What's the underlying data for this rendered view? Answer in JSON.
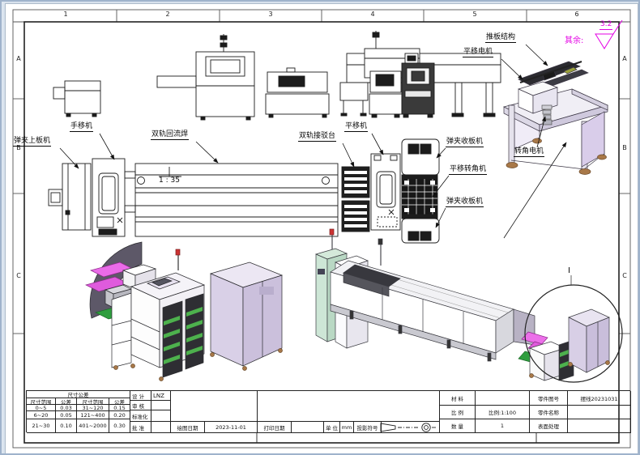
{
  "sheet": {
    "zone_numbers": [
      "1",
      "2",
      "3",
      "4",
      "5",
      "6"
    ],
    "zone_letters_left": [
      "A",
      "B",
      "C"
    ],
    "zone_letters_right": [
      "A",
      "B",
      "C"
    ],
    "surface_note_label": "其余:",
    "surface_note_value": "3.2",
    "scale_note": "1 : 35",
    "detail_marker": "I"
  },
  "labels": {
    "magazine_loader": "弹夹上板机",
    "hand_transfer": "手移机",
    "dual_reflow": "双轨回流焊",
    "dual_dock": "双轨接驳台",
    "translate": "平移机",
    "unloader_top": "弹夹收板机",
    "translate_corner": "平移转角机",
    "unloader_bottom": "弹夹收板机",
    "corner_motor": "转角电机",
    "push_plate": "推板结构",
    "translate_motor": "平移电机"
  },
  "title_block": {
    "tolerance": {
      "title": "尺寸公差",
      "headers": [
        "尺寸范围",
        "公差",
        "尺寸范围",
        "公差"
      ],
      "rows": [
        [
          "0~5",
          "0.03",
          "31~120",
          "0.15"
        ],
        [
          "6~20",
          "0.05",
          "121~400",
          "0.20"
        ],
        [
          "21~30",
          "0.10",
          "401~2000",
          "0.30"
        ]
      ]
    },
    "sign": [
      {
        "label": "设 计",
        "value": "LNZ"
      },
      {
        "label": "审 核",
        "value": ""
      },
      {
        "label": "标准化",
        "value": ""
      },
      {
        "label": "批 准",
        "value": ""
      }
    ],
    "draw_date_label": "绘图日期",
    "draw_date_value": "2023-11-01",
    "print_date_label": "打印日期",
    "print_date_value": "",
    "unit_label": "单 位",
    "unit_value": "mm",
    "projection_label": "投影符号",
    "right": [
      {
        "label": "材 料",
        "value": "",
        "label2": "零件图号",
        "value2": "摆线20231031"
      },
      {
        "label": "比 例",
        "value": "比例:1:100",
        "label2": "零件名称",
        "value2": ""
      },
      {
        "label": "数 量",
        "value": "1",
        "label2": "表面处理",
        "value2": ""
      }
    ]
  }
}
